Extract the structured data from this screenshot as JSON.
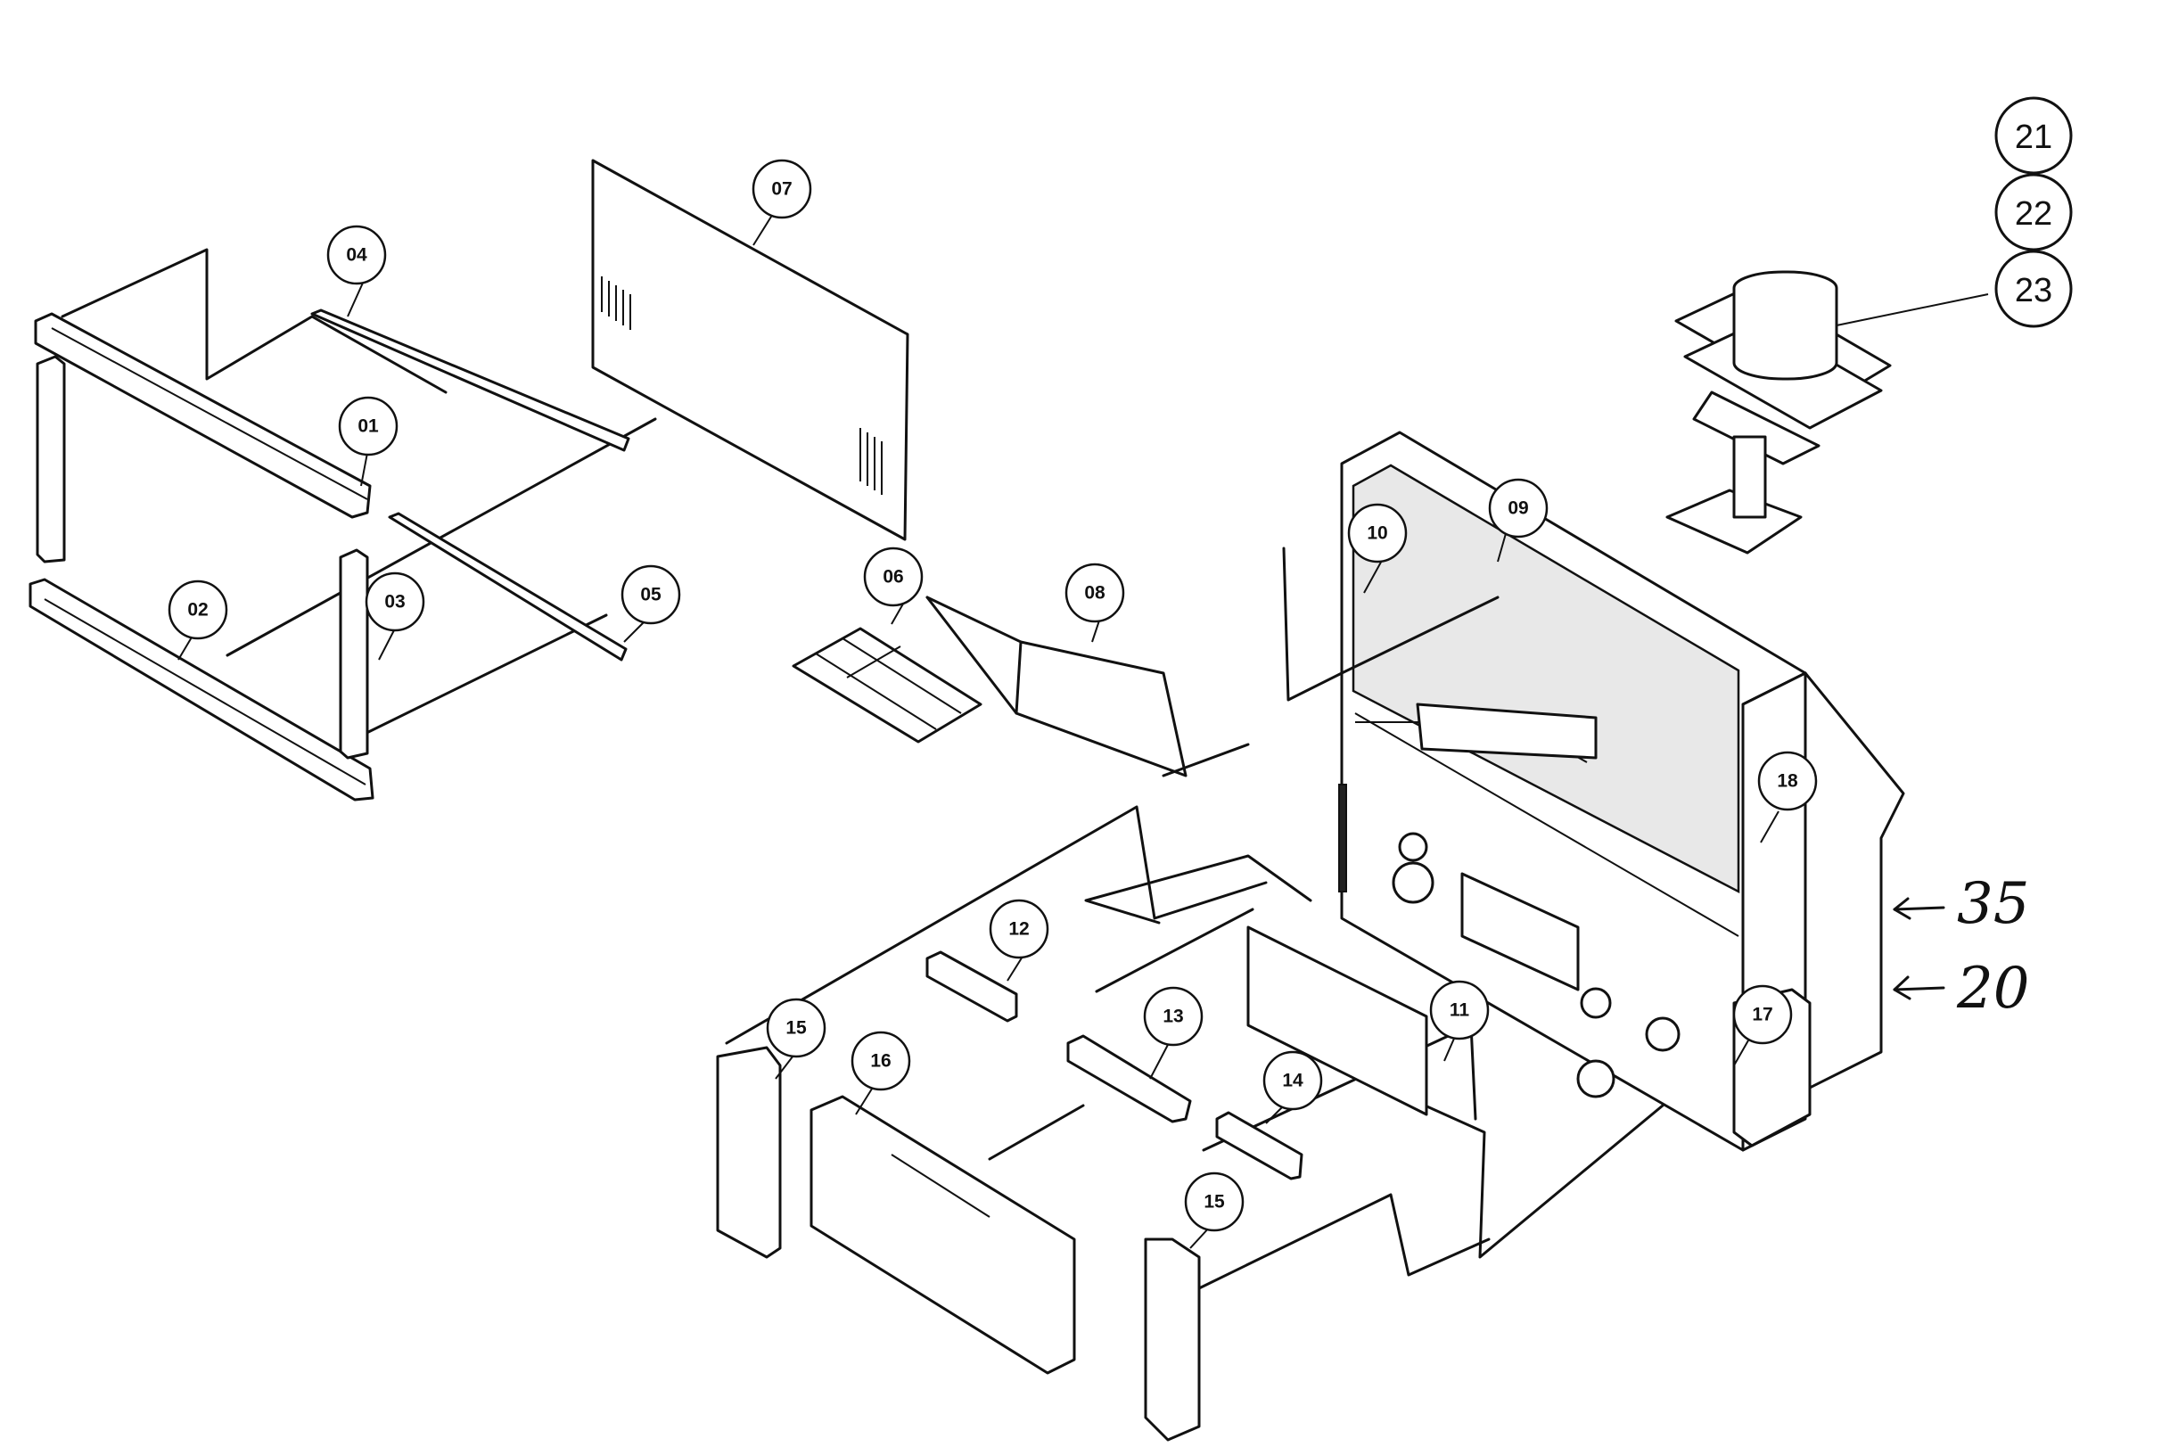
{
  "callouts": {
    "p01": "01",
    "p02": "02",
    "p03": "03",
    "p04": "04",
    "p05": "05",
    "p06": "06",
    "p07": "07",
    "p08": "08",
    "p09": "09",
    "p10": "10",
    "p11": "11",
    "p12": "12",
    "p13": "13",
    "p14": "14",
    "p15a": "15",
    "p15b": "15",
    "p16": "16",
    "p17": "17",
    "p18": "18",
    "p21": "21",
    "p22": "22",
    "p23": "23"
  },
  "handwritten": {
    "label_35": "35",
    "label_20": "20"
  }
}
